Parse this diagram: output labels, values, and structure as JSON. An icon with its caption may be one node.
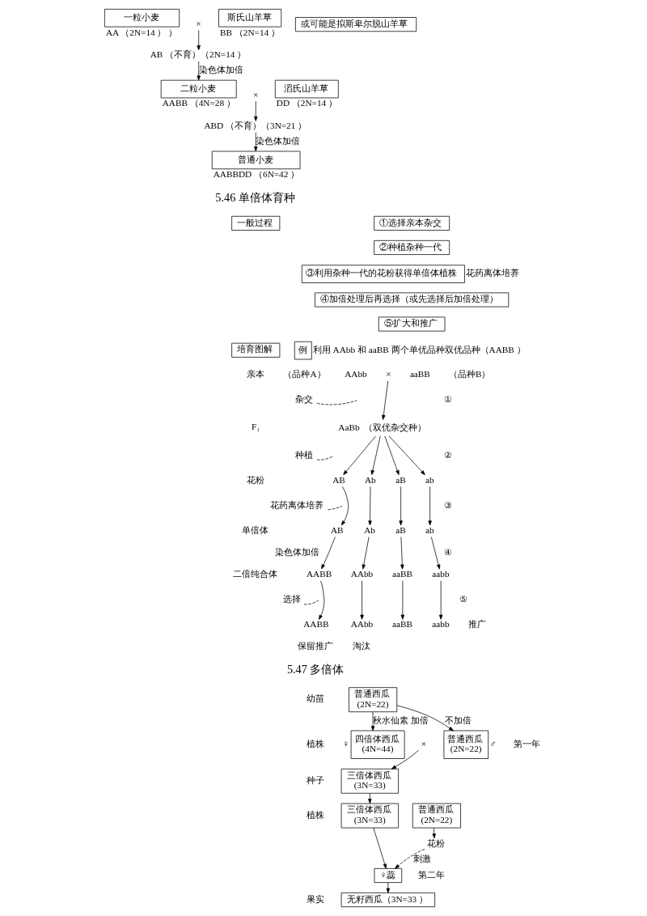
{
  "diagram": {
    "nodes": [
      {
        "text": [
          "一粒小麦"
        ],
        "beside": [
          "AA （2N=14 ） ）"
        ]
      },
      {
        "text": [
          "×"
        ]
      },
      {
        "text": [
          "斯氏山羊草"
        ],
        "beside": [
          "BB （2N=14 ）"
        ]
      },
      {
        "text": [
          "或可能是拟斯卑尔脱山羊草"
        ]
      },
      {
        "text": [
          "AB （不育）（2N=14 ）"
        ]
      },
      {
        "text": [
          "二粒小麦"
        ],
        "beside": [
          "AABB （4N=28 ）"
        ]
      },
      {
        "text": [
          "×"
        ]
      },
      {
        "text": [
          "滔氏山羊草"
        ],
        "beside": [
          "DD （2N=14 ）"
        ]
      },
      {
        "text": [
          "ABD （不育）（3N=21 ）"
        ]
      },
      {
        "text": [
          "普通小麦"
        ],
        "beside": [
          "AABBDD （6N=42 ）"
        ]
      },
      {
        "text": [
          "一般过程"
        ]
      },
      {
        "text": [
          "①选择亲本杂交"
        ]
      },
      {
        "text": [
          "②种植杂种一代"
        ]
      },
      {
        "text": [
          "③利用杂种一代的花粉获得单倍体植株"
        ],
        "beside": [
          "花药离体培养"
        ]
      },
      {
        "text": [
          "④加倍处理后再选择（或先选择后加倍处理）"
        ]
      },
      {
        "text": [
          "⑤扩大和推广"
        ]
      },
      {
        "text": [
          "培育图解"
        ]
      },
      {
        "text": [
          "例"
        ],
        "beside": [
          "利用 AAbb 和 aaBB 两个单优品种双优品种（AABB ）"
        ]
      },
      {
        "text": [
          "×"
        ]
      },
      {
        "text": [
          "杂交"
        ]
      },
      {
        "text": [
          "AaBb"
        ],
        "beside": [
          "（双优杂交种）"
        ]
      },
      {
        "text": [
          "种植"
        ]
      },
      {
        "text": [
          "AB"
        ]
      },
      {
        "text": [
          "Ab"
        ]
      },
      {
        "text": [
          "aB"
        ]
      },
      {
        "text": [
          "ab"
        ]
      },
      {
        "text": [
          "花药离体培养"
        ]
      },
      {
        "text": [
          "AB"
        ]
      },
      {
        "text": [
          "Ab"
        ]
      },
      {
        "text": [
          "aB"
        ]
      },
      {
        "text": [
          "ab"
        ]
      },
      {
        "text": [
          "AABB"
        ]
      },
      {
        "text": [
          "AAbb"
        ]
      },
      {
        "text": [
          "aaBB"
        ]
      },
      {
        "text": [
          "aabb"
        ]
      },
      {
        "text": [
          "选择"
        ]
      },
      {
        "text": [
          "AABB"
        ]
      },
      {
        "text": [
          "AAbb"
        ]
      },
      {
        "text": [
          "aaBB"
        ]
      },
      {
        "text": [
          "aabb"
        ]
      },
      {
        "text": [
          "普通西瓜",
          "(2N=22)"
        ]
      },
      {
        "text": [
          "四倍体西瓜",
          "(4N=44)"
        ],
        "beside": [
          "♀"
        ]
      },
      {
        "text": [
          "×"
        ]
      },
      {
        "text": [
          "普通西瓜",
          "(2N=22)"
        ],
        "beside": [
          "♂"
        ]
      },
      {
        "text": [
          "三倍体西瓜",
          "(3N=33)"
        ]
      },
      {
        "text": [
          "三倍体西瓜",
          "(3N=33)"
        ]
      },
      {
        "text": [
          "普通西瓜",
          "(2N=22)"
        ]
      },
      {
        "text": [
          "♀蕊"
        ]
      },
      {
        "text": [
          "花粉"
        ]
      },
      {
        "text": [
          "无籽西瓜（3N=33 ）"
        ]
      }
    ],
    "edges": [
      {
        "from": 1,
        "to": 4,
        "arrow": "to"
      },
      {
        "from": 4,
        "to": 5,
        "arrow": "to",
        "label": "染色体加倍"
      },
      {
        "from": 6,
        "to": 8,
        "arrow": "to"
      },
      {
        "from": 8,
        "to": 9,
        "arrow": "to",
        "label": "染色体加倍"
      },
      {
        "from": 18,
        "to": 20,
        "arrow": "to"
      },
      {
        "from": 19,
        "to": null,
        "arrow": "none",
        "style": "dashed"
      },
      {
        "from": 20,
        "to": 22,
        "arrow": "to"
      },
      {
        "from": 20,
        "to": 23,
        "arrow": "to"
      },
      {
        "from": 20,
        "to": 24,
        "arrow": "to"
      },
      {
        "from": 20,
        "to": 25,
        "arrow": "to"
      },
      {
        "from": 21,
        "to": null,
        "arrow": "none",
        "style": "dashed"
      },
      {
        "from": 22,
        "to": 27,
        "arrow": "to"
      },
      {
        "from": 23,
        "to": 28,
        "arrow": "to"
      },
      {
        "from": 24,
        "to": 29,
        "arrow": "to"
      },
      {
        "from": 25,
        "to": 30,
        "arrow": "to"
      },
      {
        "from": 26,
        "to": null,
        "arrow": "none",
        "style": "dashed"
      },
      {
        "from": 27,
        "to": 31,
        "arrow": "to"
      },
      {
        "from": 28,
        "to": 32,
        "arrow": "to"
      },
      {
        "from": 29,
        "to": 33,
        "arrow": "to"
      },
      {
        "from": 30,
        "to": 34,
        "arrow": "to"
      },
      {
        "from": 35,
        "to": null,
        "arrow": "none",
        "style": "dashed"
      },
      {
        "from": 31,
        "to": 36,
        "arrow": "to"
      },
      {
        "from": 32,
        "to": 37,
        "arrow": "to"
      },
      {
        "from": 33,
        "to": 38,
        "arrow": "to"
      },
      {
        "from": 34,
        "to": 39,
        "arrow": "to"
      },
      {
        "from": 40,
        "to": 41,
        "arrow": "to",
        "label": "秋水仙素 加倍"
      },
      {
        "from": 40,
        "to": 43,
        "arrow": "to",
        "label": "不加倍"
      },
      {
        "from": 42,
        "to": 44,
        "arrow": "to"
      },
      {
        "from": 44,
        "to": 45,
        "arrow": "to"
      },
      {
        "from": 45,
        "to": 47,
        "arrow": "to"
      },
      {
        "from": 46,
        "to": 48,
        "arrow": "to"
      },
      {
        "from": 48,
        "to": 47,
        "arrow": "to",
        "style": "dashed",
        "label": "刺激"
      },
      {
        "from": 47,
        "to": 49,
        "arrow": "to"
      }
    ],
    "labels": [
      "5.46 单倍体育种",
      "亲本",
      "（品种A）",
      "AAbb",
      "aaBB",
      "（品种B）",
      "①",
      "F₁",
      "②",
      "花粉",
      "③",
      "单倍体",
      "染色体加倍",
      "④",
      "二倍纯合体",
      "⑤",
      "推广",
      "保留推广",
      "淘汰",
      "5.47 多倍体",
      "幼苗",
      "植株",
      "种子",
      "植株",
      "果实",
      "第一年",
      "第二年"
    ]
  }
}
